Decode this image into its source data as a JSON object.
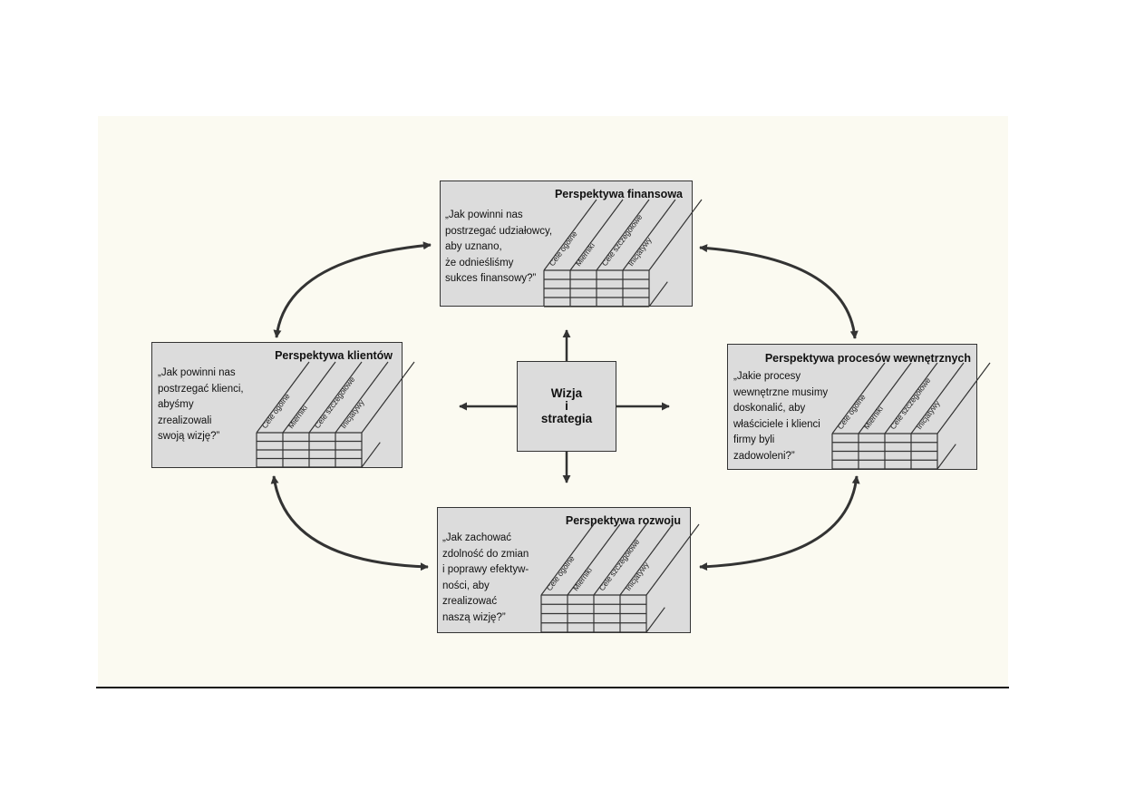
{
  "center": {
    "line1": "Wizja",
    "line2": "i",
    "line3": "strategia"
  },
  "table_columns": [
    "Cele ogólne",
    "Mierniki",
    "Cele szczegółowe",
    "Inicjatywy"
  ],
  "perspectives": {
    "financial": {
      "title": "Perspektywa finansowa",
      "question": "„Jak powinni nas\npostrzegać udziałowcy,\naby uznano,\nże odnieśliśmy\nsukces finansowy?”"
    },
    "customer": {
      "title": "Perspektywa klientów",
      "question": "„Jak powinni nas\npostrzegać klienci,\nabyśmy\nzrealizowali\nswoją wizję?”"
    },
    "internal": {
      "title": "Perspektywa procesów wewnętrznych",
      "question": "„Jakie procesy\nwewnętrzne musimy\ndoskonalić, aby\nwłaściciele i klienci\nfirmy byli\nzadowoleni?”"
    },
    "learning": {
      "title": "Perspektywa rozwoju",
      "question": "„Jak zachować\nzdolność do zmian\ni poprawy efektyw-\nności, aby\nzrealizować\nnaszą wizję?”"
    }
  },
  "colors": {
    "box_fill": "#dcdcdc",
    "line": "#333333",
    "paper": "#fbfaf1"
  }
}
